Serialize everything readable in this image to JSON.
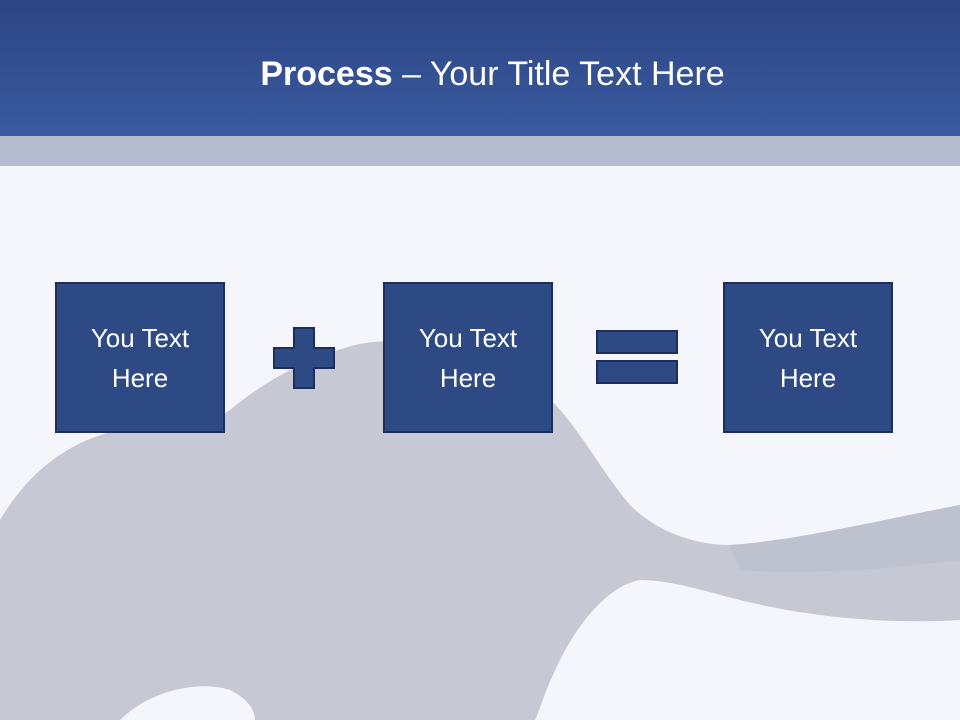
{
  "slide": {
    "title_bold": "Process",
    "title_rest": " – Your Title Text Here",
    "boxes": [
      {
        "line1": "You Text",
        "line2": "Here"
      },
      {
        "line1": "You Text",
        "line2": "Here"
      },
      {
        "line1": "You Text",
        "line2": "Here"
      }
    ],
    "operators": {
      "first": "plus-icon",
      "second": "equals-icon"
    }
  },
  "colors": {
    "header": "#3a5a9f",
    "subband": "#b6bccf",
    "box_fill": "#2e4a85",
    "box_border": "#1c2f5c",
    "background": "#f4f6fb",
    "figure": "#c7cbd6"
  }
}
